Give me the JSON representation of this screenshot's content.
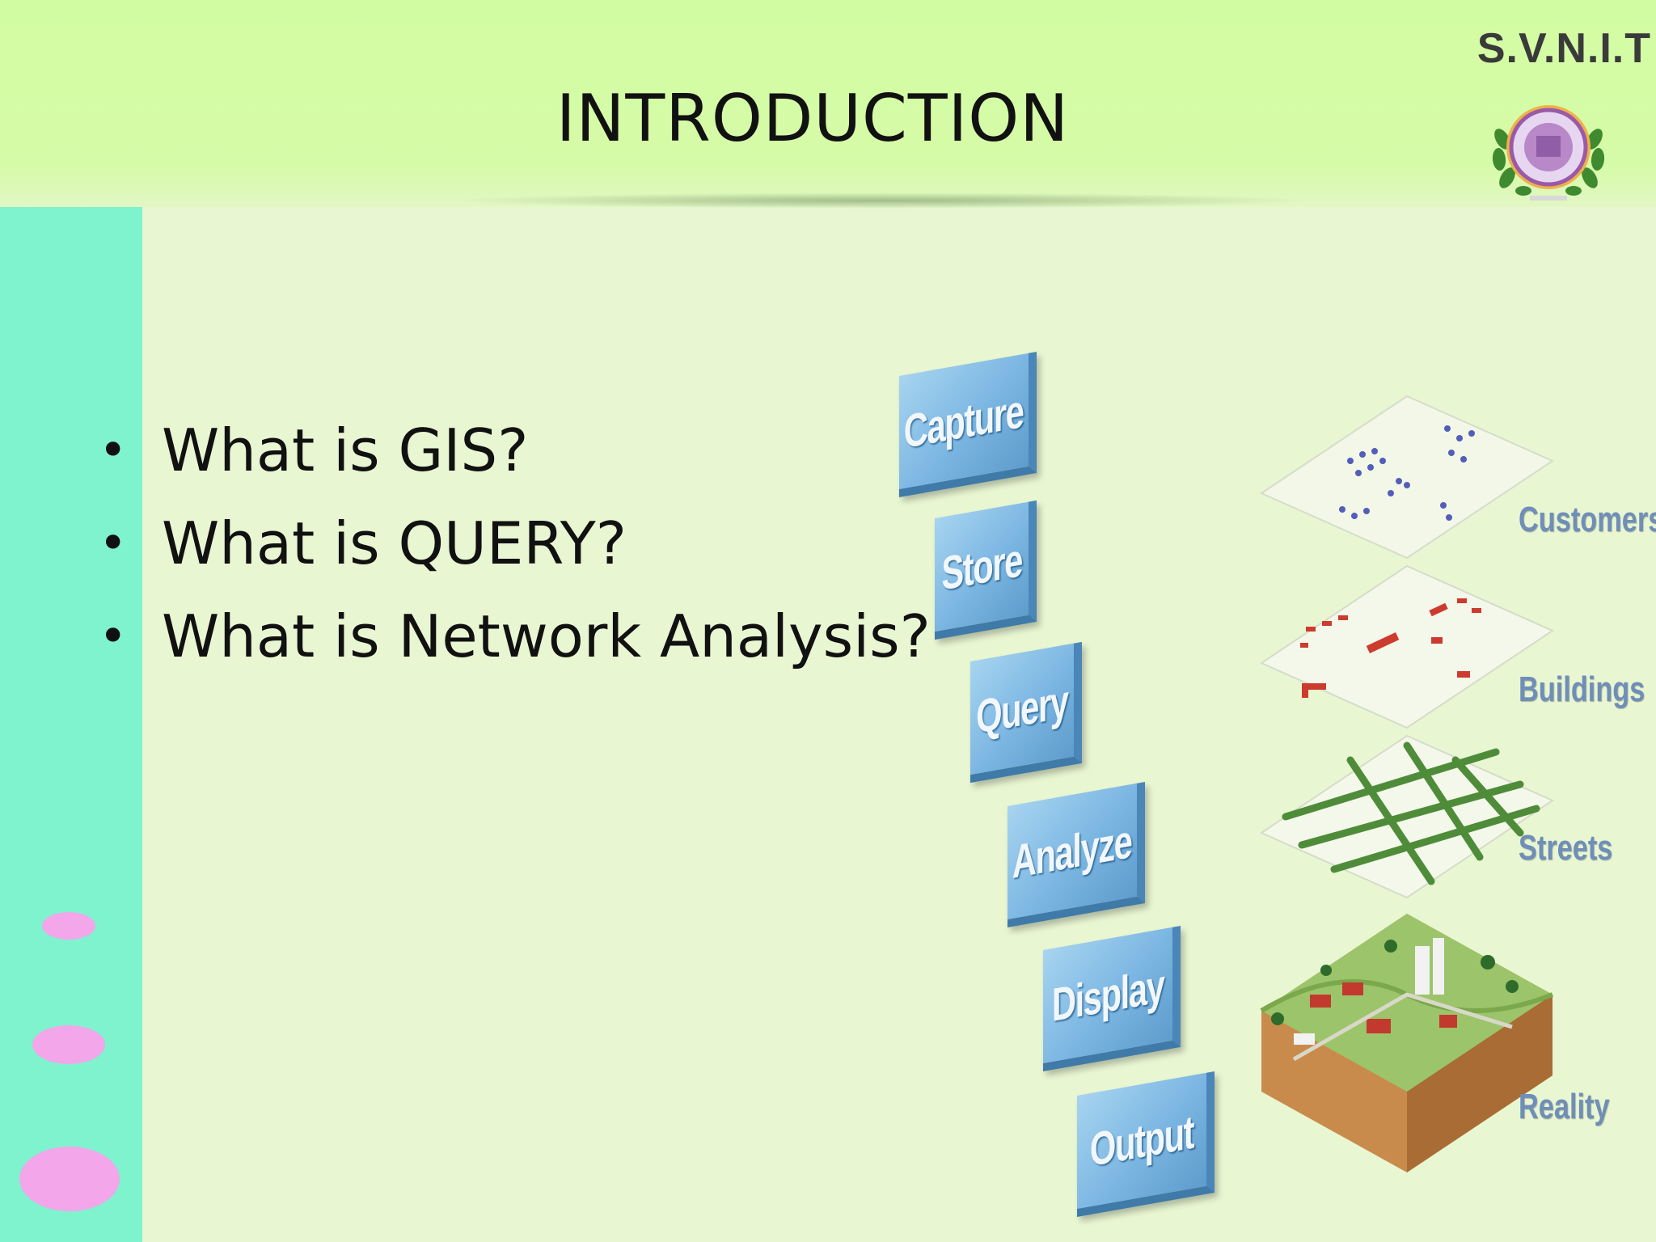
{
  "slide": {
    "title": "INTRODUCTION",
    "org_name": "S.V.N.I.T",
    "bullets": [
      "What is GIS?",
      "What is QUERY?",
      "What is Network Analysis?"
    ],
    "bullet_marker": "•"
  },
  "diagram": {
    "steps": [
      "Capture",
      "Store",
      "Query",
      "Analyze",
      "Display",
      "Output"
    ],
    "layers": [
      "Customers",
      "Buildings",
      "Streets",
      "Reality"
    ]
  },
  "colors": {
    "header": "#d2fca2",
    "body": "#e8f6d2",
    "sidebar": "#7ff2ce",
    "sidebar_dots": "#f3a6ea",
    "step_blue": "#7bb6e2",
    "layer_label": "#6f8eb8"
  }
}
